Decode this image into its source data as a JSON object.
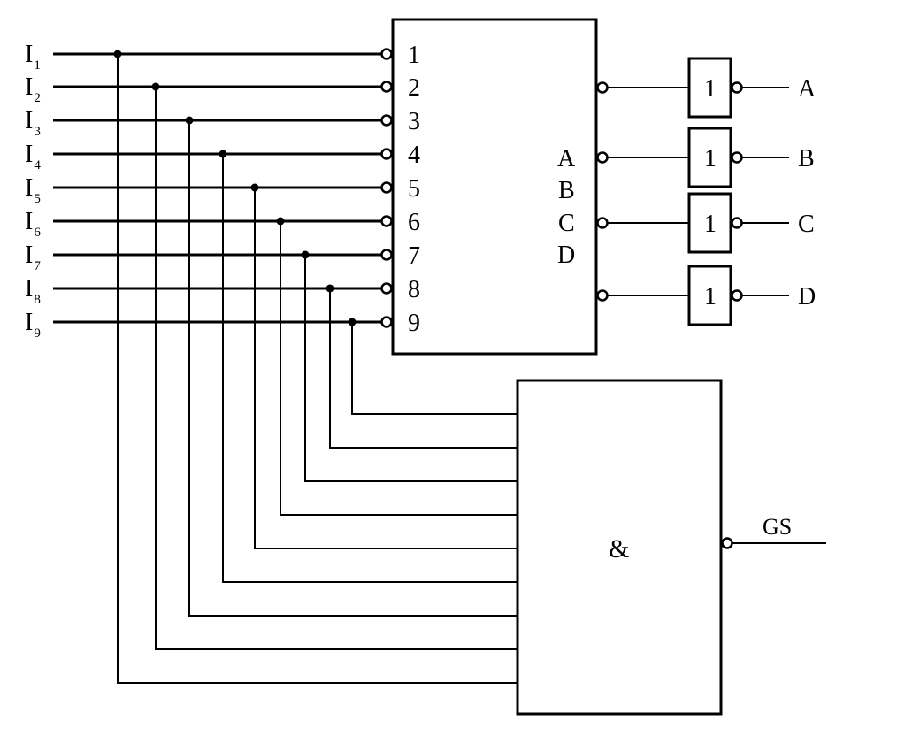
{
  "diagram": {
    "type": "logic-circuit",
    "description": "9-input priority encoder with active-low inputs, inverted outputs, and AND-based GS output"
  },
  "inputs": [
    {
      "letter": "I",
      "sub": "1",
      "pin": "1"
    },
    {
      "letter": "I",
      "sub": "2",
      "pin": "2"
    },
    {
      "letter": "I",
      "sub": "3",
      "pin": "3"
    },
    {
      "letter": "I",
      "sub": "4",
      "pin": "4"
    },
    {
      "letter": "I",
      "sub": "5",
      "pin": "5"
    },
    {
      "letter": "I",
      "sub": "6",
      "pin": "6"
    },
    {
      "letter": "I",
      "sub": "7",
      "pin": "7"
    },
    {
      "letter": "I",
      "sub": "8",
      "pin": "8"
    },
    {
      "letter": "I",
      "sub": "9",
      "pin": "9"
    }
  ],
  "encoder": {
    "output_pins": [
      "A",
      "B",
      "C",
      "D"
    ]
  },
  "inverters": [
    {
      "symbol": "1",
      "output": "A"
    },
    {
      "symbol": "1",
      "output": "B"
    },
    {
      "symbol": "1",
      "output": "C"
    },
    {
      "symbol": "1",
      "output": "D"
    }
  ],
  "and_gate": {
    "symbol": "&",
    "output": "GS"
  }
}
